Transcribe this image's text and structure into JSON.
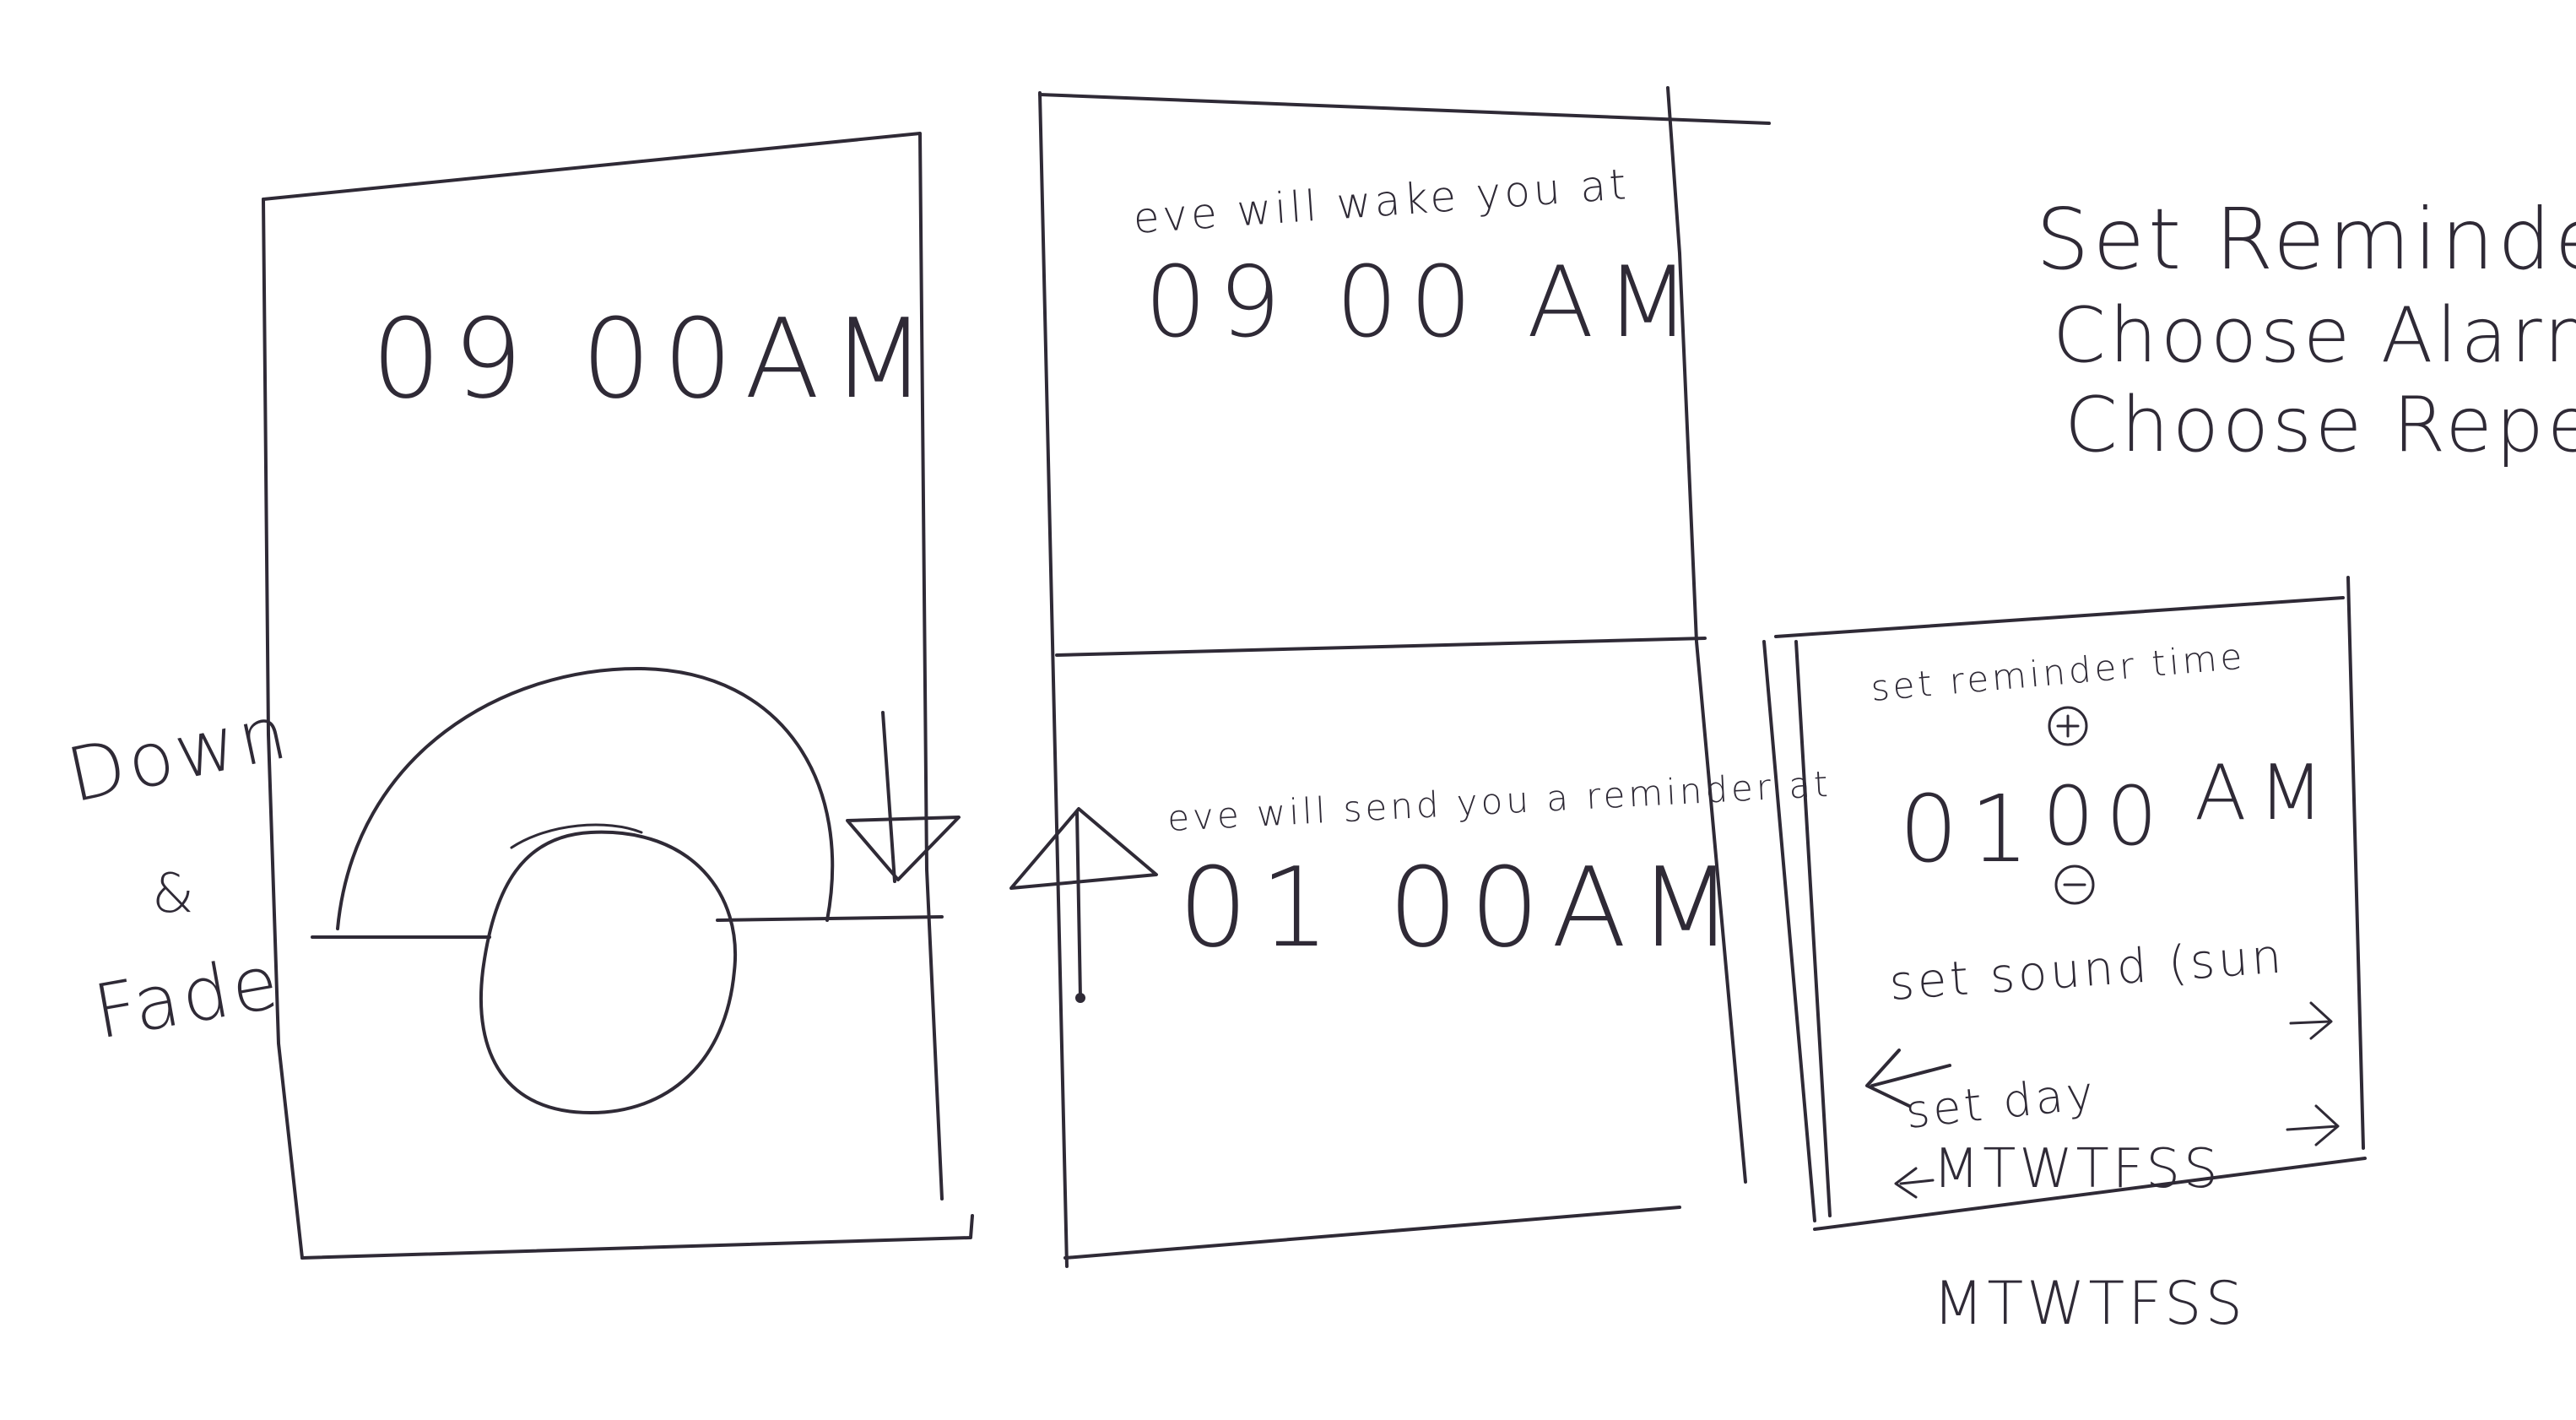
{
  "colors": {
    "ink": "#2f2a36",
    "paper": "#ffffff"
  },
  "screen1": {
    "time": "09 00AM",
    "side_note_line1": "Down",
    "side_note_line2": "&",
    "side_note_line3": "Fade"
  },
  "screen2": {
    "wake_caption": "eve will wake you at",
    "wake_time": "09 00 AM",
    "remind_caption": "eve will send you a reminder at",
    "remind_time": "01 00AM"
  },
  "screen3": {
    "set_reminder_label": "set reminder time",
    "hour": "01",
    "minute": "00",
    "ampm": "AM",
    "plus_icon": "plus-icon",
    "minus_icon": "minus-icon",
    "sound_label": "set sound (sun",
    "day_label": "set day",
    "days_inline": "MTWTFSS"
  },
  "notes": {
    "line1": "Set Reminder time",
    "line2": "Choose Alarm",
    "line3": "Choose Repeat",
    "days_below": "MTWTFSS"
  }
}
